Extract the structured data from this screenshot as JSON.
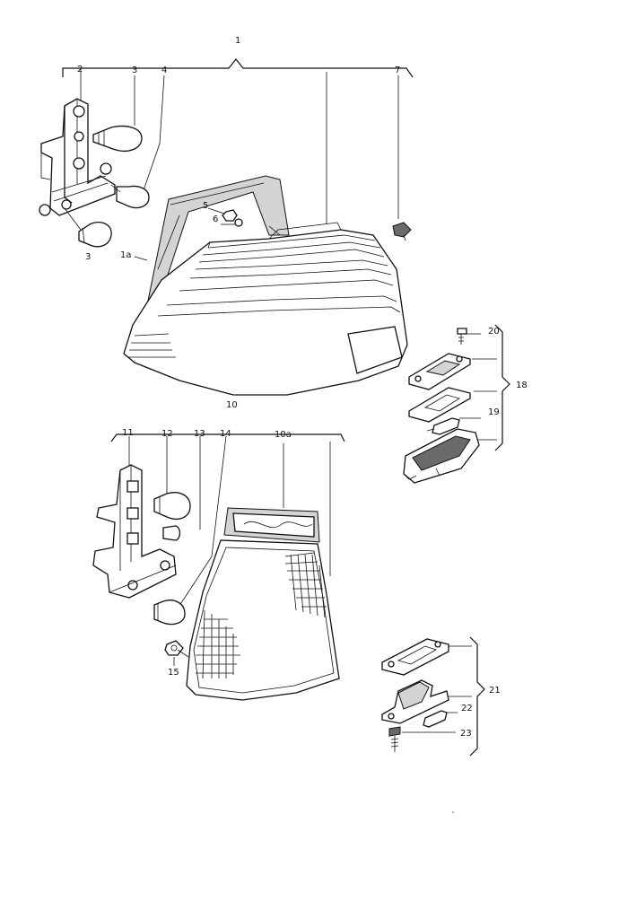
{
  "labels": {
    "l1": "1",
    "l2": "2",
    "l3a": "3",
    "l4": "4",
    "l7": "7",
    "l5": "5",
    "l6": "6",
    "l3b": "3",
    "l1a": "1a",
    "l10": "10",
    "l20": "20",
    "l18": "18",
    "l19": "19",
    "l11": "11",
    "l12": "12",
    "l13": "13",
    "l14": "14",
    "l10a": "10a",
    "l15": "15",
    "l21": "21",
    "l22": "22",
    "l23": "23"
  },
  "colors": {
    "line": "#111111",
    "shade": "#d4d4d4",
    "dark": "#6a6a6a"
  }
}
